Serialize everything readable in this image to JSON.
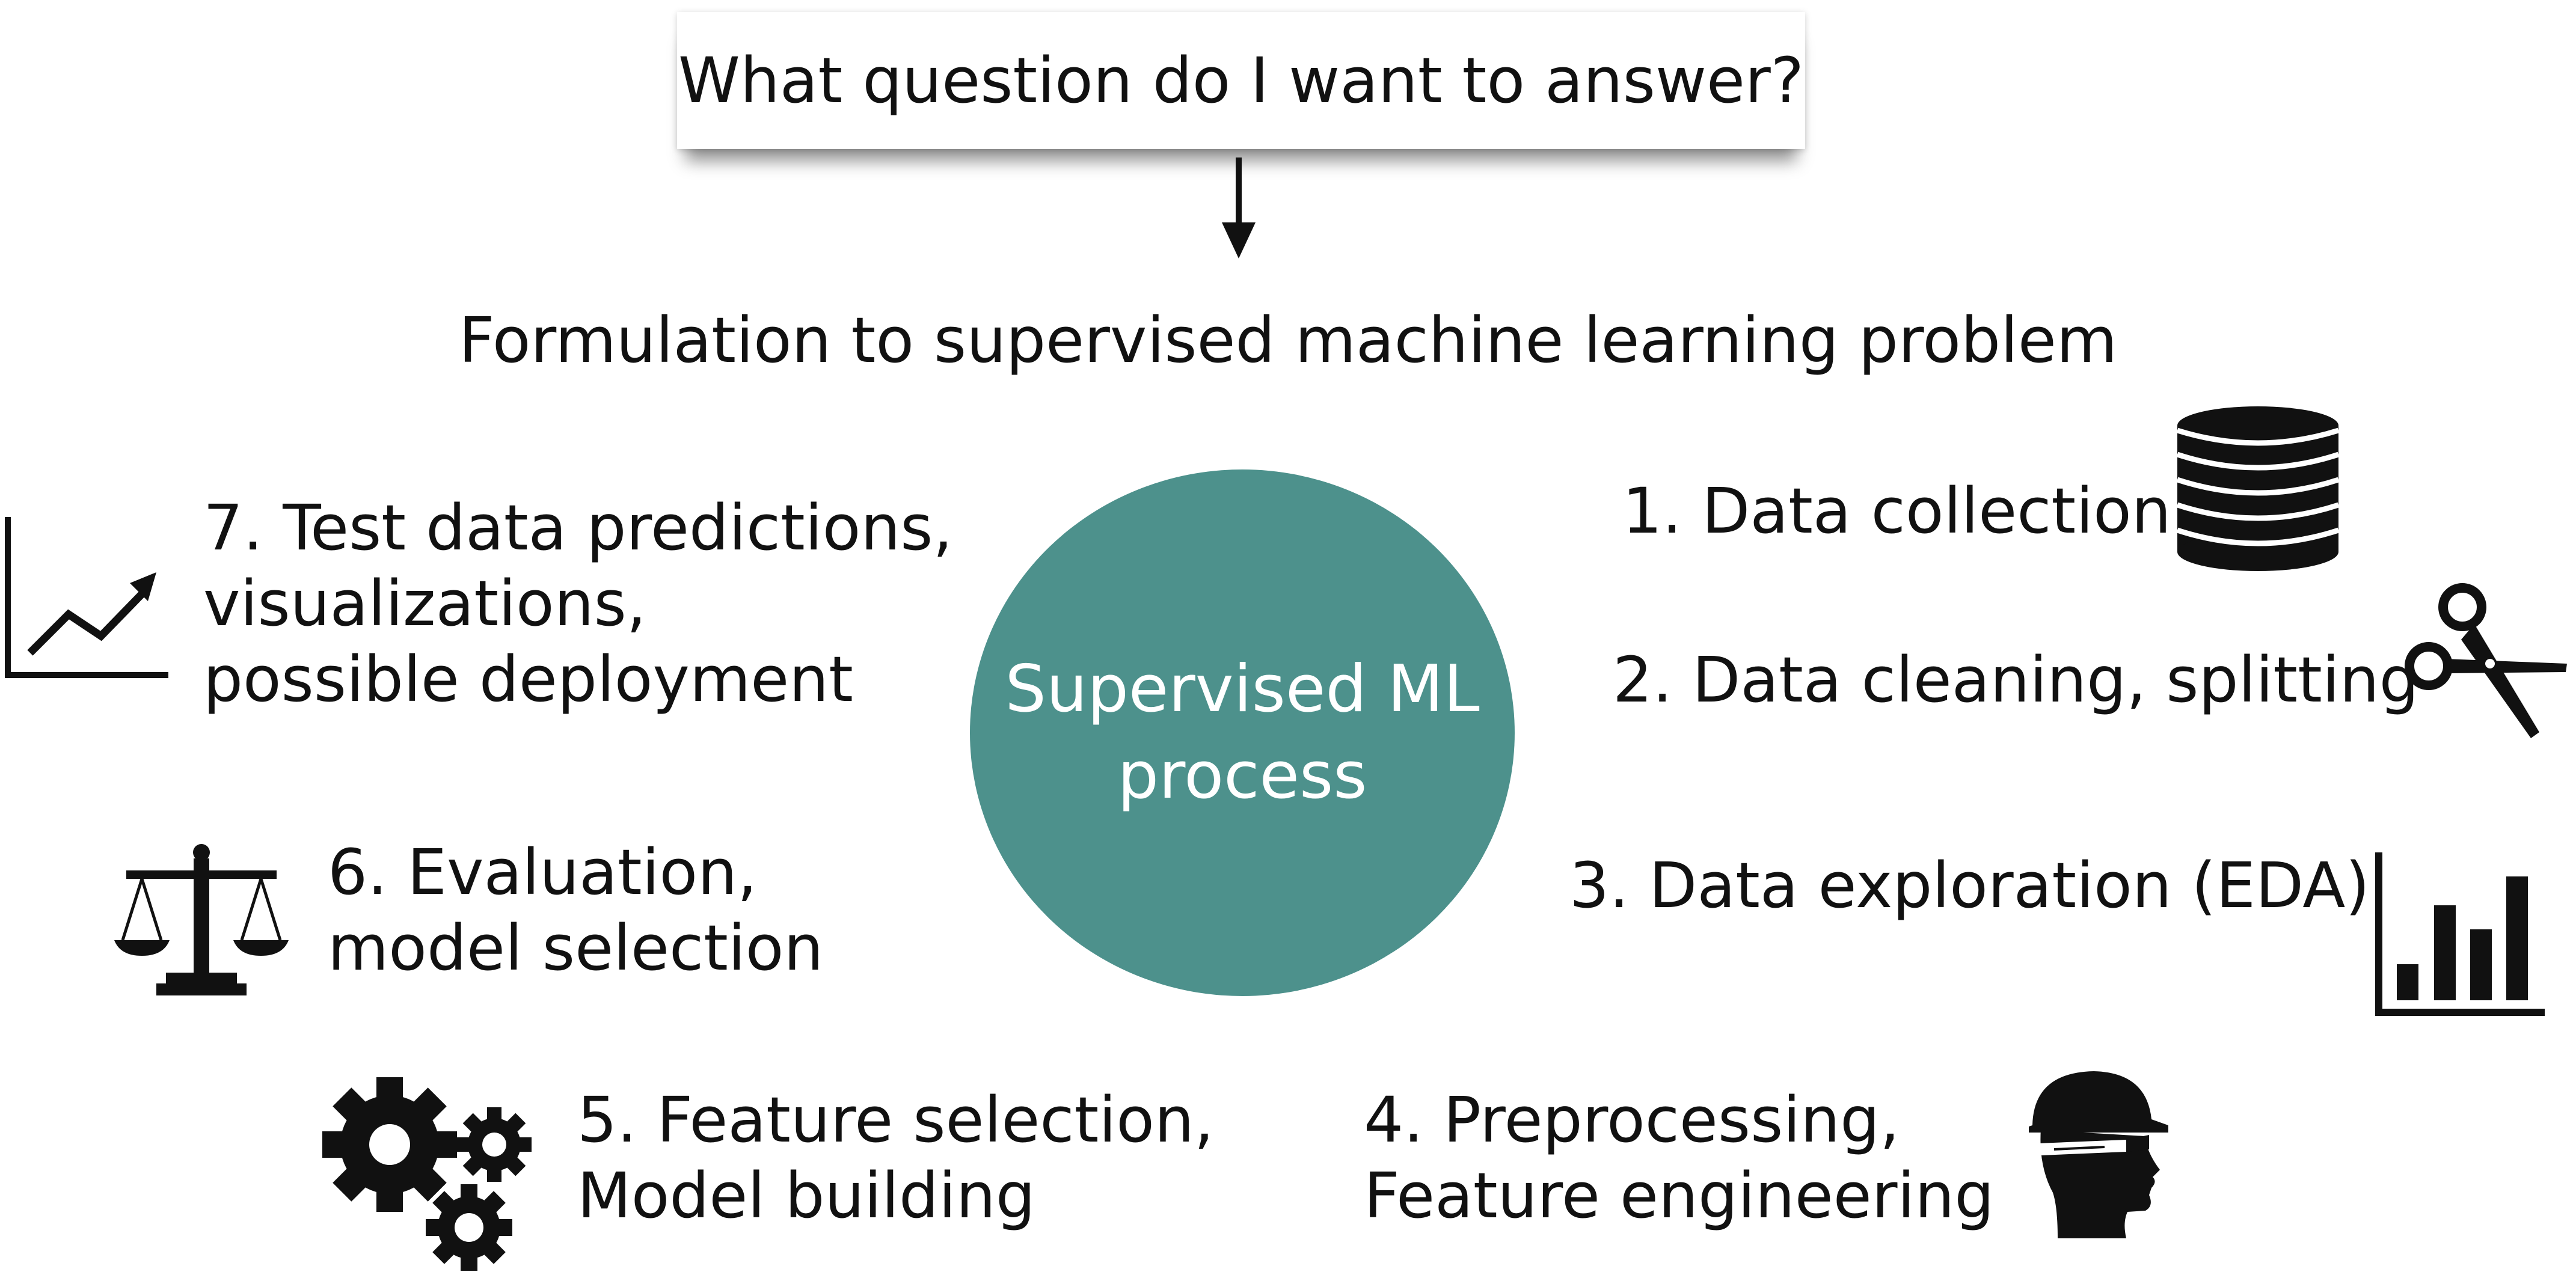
{
  "question": "What question do I want to answer?",
  "formulation": "Formulation to supervised machine learning problem",
  "center": {
    "line1": "Supervised ML",
    "line2": "process"
  },
  "steps": {
    "s1": {
      "line1": "1. Data collection"
    },
    "s2": {
      "line1": "2. Data cleaning, splitting"
    },
    "s3": {
      "line1": "3. Data exploration (EDA)"
    },
    "s4": {
      "line1": "4. Preprocessing,",
      "line2": "Feature engineering"
    },
    "s5": {
      "line1": "5. Feature selection,",
      "line2": "Model building"
    },
    "s6": {
      "line1": "6. Evaluation,",
      "line2": "model selection"
    },
    "s7": {
      "line1": "7. Test data predictions,",
      "line2": "visualizations,",
      "line3": "possible deployment"
    }
  },
  "icons": {
    "s1": "database-icon",
    "s2": "scissors-icon",
    "s3": "bar-chart-icon",
    "s4": "engineer-head-icon",
    "s5": "gears-icon",
    "s6": "balance-scale-icon",
    "s7": "trend-chart-icon"
  },
  "colors": {
    "circle": "#4d918c",
    "ink": "#111111",
    "background": "#ffffff"
  }
}
